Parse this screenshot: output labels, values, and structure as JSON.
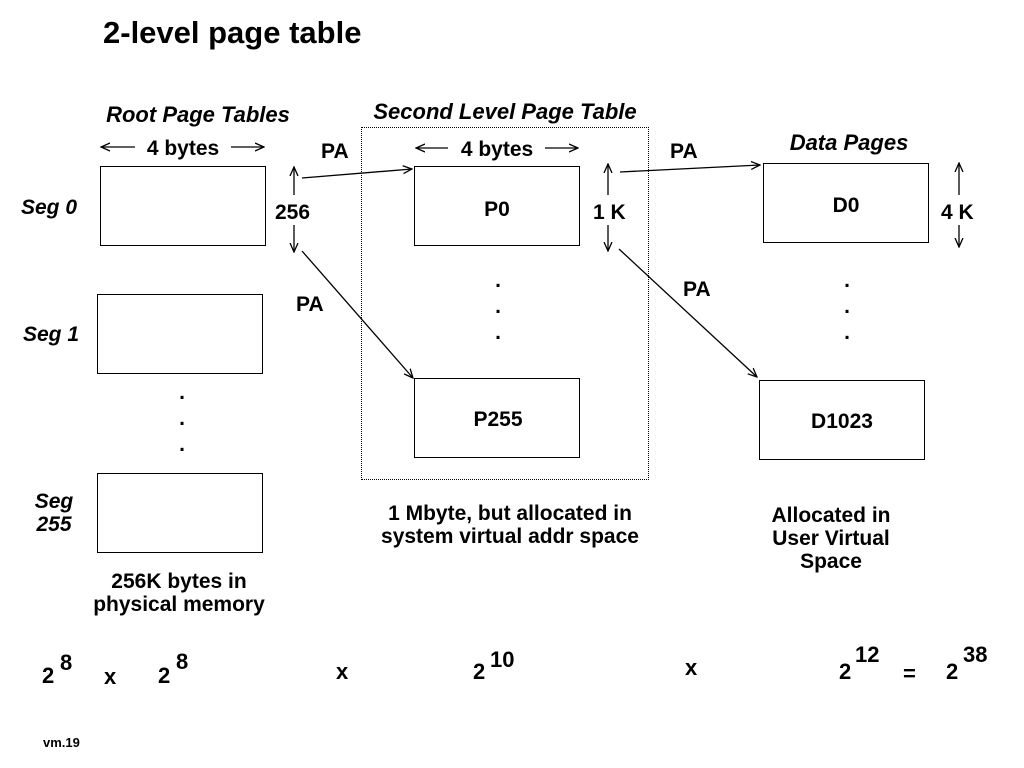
{
  "title": "2-level page table",
  "headers": {
    "root": "Root Page Tables",
    "second": "Second Level Page Table",
    "data": "Data Pages"
  },
  "widths": {
    "root": "4 bytes",
    "second": "4 bytes"
  },
  "segments": [
    "Seg 0",
    "Seg 1",
    "Seg 255"
  ],
  "second_level_boxes": [
    "P0",
    "P255"
  ],
  "data_boxes": [
    "D0",
    "D1023"
  ],
  "sizes": {
    "root": "256",
    "second": "1 K",
    "data": "4 K"
  },
  "arrow_labels": [
    "PA",
    "PA",
    "PA",
    "PA"
  ],
  "ellipsis": ".",
  "captions": {
    "root": "256K bytes in physical memory",
    "second": "1 Mbyte, but allocated in system virtual addr space",
    "data": "Allocated in User Virtual Space"
  },
  "formula": {
    "terms": [
      {
        "base": "2",
        "exp": "8"
      },
      {
        "base": "2",
        "exp": "8"
      },
      {
        "base": "2",
        "exp": "10"
      },
      {
        "base": "2",
        "exp": "12"
      }
    ],
    "times": "x",
    "equals": "=",
    "result": {
      "base": "2",
      "exp": "38"
    }
  },
  "footer": "vm.19"
}
